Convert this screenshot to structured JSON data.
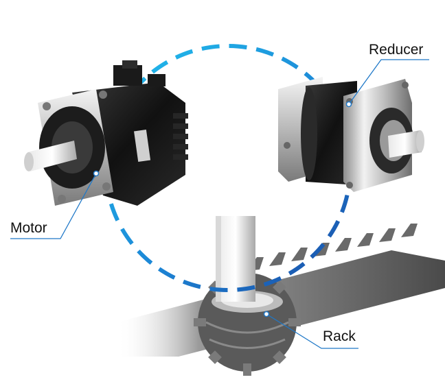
{
  "labels": {
    "reducer": "Reducer",
    "motor": "Motor",
    "rack": "Rack"
  },
  "colors": {
    "ring_light_blue": "#1fb6e6",
    "ring_dark_blue": "#1a4fa8",
    "leader_line": "#1f78c8",
    "dot_fill": "#ffffff",
    "text": "#111111"
  },
  "components": [
    {
      "name": "Motor",
      "icon": "servo-motor-icon"
    },
    {
      "name": "Reducer",
      "icon": "planetary-gearbox-icon"
    },
    {
      "name": "Rack",
      "icon": "rack-and-pinion-icon"
    }
  ]
}
